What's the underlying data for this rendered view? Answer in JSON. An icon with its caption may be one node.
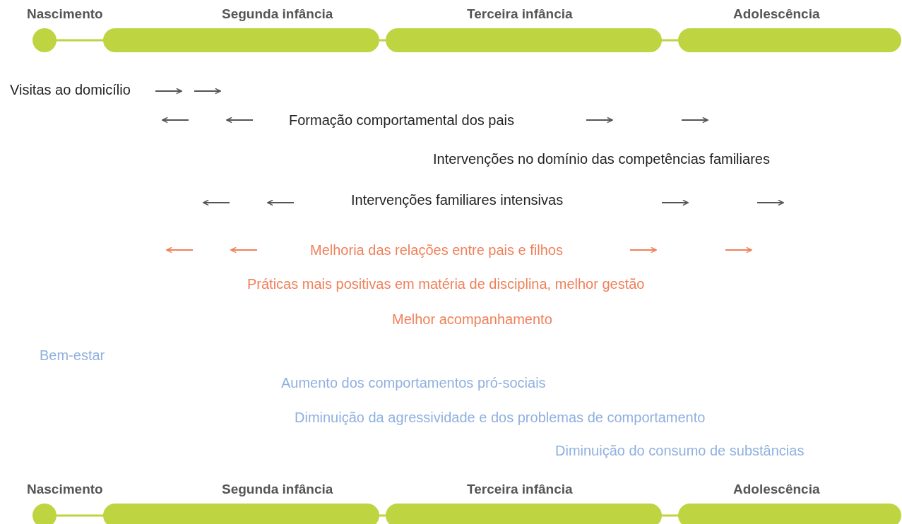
{
  "diagram": {
    "labels": [
      "Nascimento",
      "Segunda infância",
      "Terceira infância",
      "Adolescência",
      "Visitas ao domicílio",
      "Formação comportamental dos pais",
      "Intervenções no domínio das competências familiares",
      "Intervenções familiares intensivas",
      "Melhoria das relações entre pais e filhos",
      "Práticas mais positivas em matéria de disciplina, melhor gestão",
      "Melhor acompanhamento",
      "Bem-estar",
      "Aumento dos comportamentos pró-sociais",
      "Diminuição da agressividade e dos problemas de comportamento",
      "Diminuição do consumo de substâncias",
      "Nascimento",
      "Segunda infância",
      "Terceira infância",
      "Adolescência"
    ]
  }
}
